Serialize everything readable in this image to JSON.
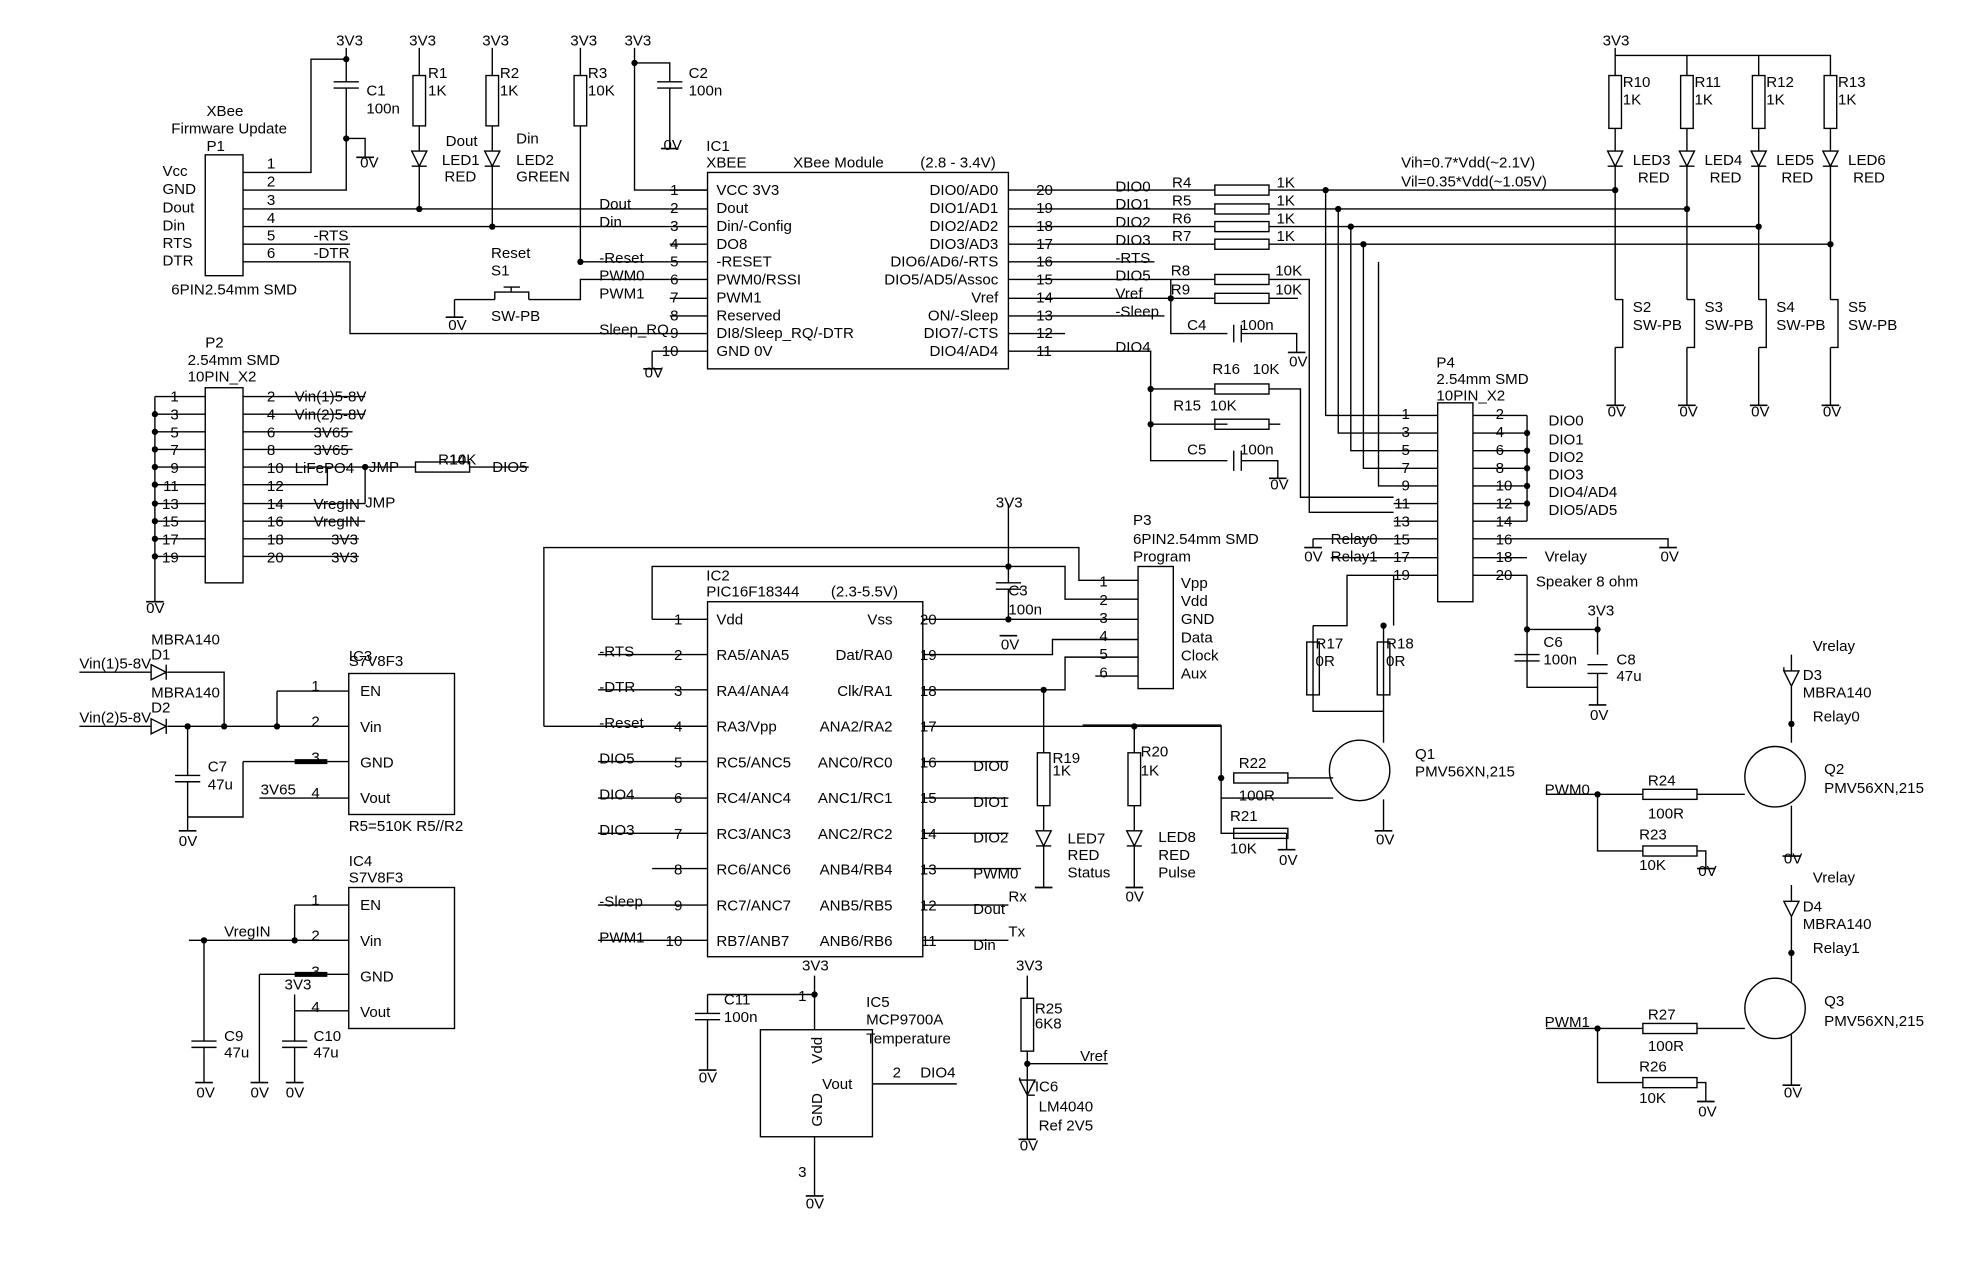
{
  "rail_3v3": "3V3",
  "gnd_0v": "0V",
  "p1": {
    "title1": "XBee",
    "title2": "Firmware Update",
    "ref": "P1",
    "footprint": "6PIN2.54mm SMD",
    "signals": [
      "Vcc",
      "GND",
      "Dout",
      "Din",
      "RTS",
      "DTR"
    ],
    "pins": [
      "1",
      "2",
      "3",
      "4",
      "5",
      "6"
    ],
    "net_rts": "-RTS",
    "net_dtr": "-DTR"
  },
  "c1": {
    "ref": "C1",
    "value": "100n"
  },
  "c2": {
    "ref": "C2",
    "value": "100n"
  },
  "r1": {
    "ref": "R1",
    "value": "1K"
  },
  "r2": {
    "ref": "R2",
    "value": "1K"
  },
  "r3": {
    "ref": "R3",
    "value": "10K"
  },
  "led1": {
    "label": "Dout",
    "ref": "LED1",
    "color": "RED"
  },
  "led2": {
    "label": "Din",
    "ref": "LED2",
    "color": "GREEN"
  },
  "s1": {
    "label": "Reset",
    "ref": "S1",
    "type": "SW-PB"
  },
  "ic1": {
    "ref": "IC1",
    "part": "XBEE",
    "name": "XBee Module",
    "range": "(2.8 - 3.4V)",
    "left_pins": [
      {
        "num": "1",
        "name": "VCC 3V3",
        "net": ""
      },
      {
        "num": "2",
        "name": "Dout",
        "net": "Dout"
      },
      {
        "num": "3",
        "name": "Din/-Config",
        "net": "Din"
      },
      {
        "num": "4",
        "name": "DO8",
        "net": ""
      },
      {
        "num": "5",
        "name": "-RESET",
        "net": "-Reset"
      },
      {
        "num": "6",
        "name": "PWM0/RSSI",
        "net": "PWM0"
      },
      {
        "num": "7",
        "name": "PWM1",
        "net": "PWM1"
      },
      {
        "num": "8",
        "name": "Reserved",
        "net": ""
      },
      {
        "num": "9",
        "name": "DI8/Sleep_RQ/-DTR",
        "net": "Sleep_RQ"
      },
      {
        "num": "10",
        "name": "GND 0V",
        "net": ""
      }
    ],
    "right_pins": [
      {
        "num": "20",
        "name": "DIO0/AD0",
        "net": "DIO0"
      },
      {
        "num": "19",
        "name": "DIO1/AD1",
        "net": "DIO1"
      },
      {
        "num": "18",
        "name": "DIO2/AD2",
        "net": "DIO2"
      },
      {
        "num": "17",
        "name": "DIO3/AD3",
        "net": "DIO3"
      },
      {
        "num": "16",
        "name": "DIO6/AD6/-RTS",
        "net": "-RTS"
      },
      {
        "num": "15",
        "name": "DIO5/AD5/Assoc",
        "net": "DIO5"
      },
      {
        "num": "14",
        "name": "Vref",
        "net": "Vref"
      },
      {
        "num": "13",
        "name": "ON/-Sleep",
        "net": "-Sleep"
      },
      {
        "num": "12",
        "name": "DIO7/-CTS",
        "net": ""
      },
      {
        "num": "11",
        "name": "DIO4/AD4",
        "net": "DIO4"
      }
    ]
  },
  "r4_7": [
    {
      "ref": "R4",
      "value": "1K"
    },
    {
      "ref": "R5",
      "value": "1K"
    },
    {
      "ref": "R6",
      "value": "1K"
    },
    {
      "ref": "R7",
      "value": "1K"
    }
  ],
  "r8": {
    "ref": "R8",
    "value": "10K"
  },
  "r9": {
    "ref": "R9",
    "value": "10K"
  },
  "c4": {
    "ref": "C4",
    "value": "100n"
  },
  "r16": {
    "ref": "R16",
    "value": "10K"
  },
  "r15": {
    "ref": "R15",
    "value": "10K"
  },
  "c5": {
    "ref": "C5",
    "value": "100n"
  },
  "vih": "Vih=0.7*Vdd(~2.1V)",
  "vil": "Vil=0.35*Vdd(~1.05V)",
  "r10_13": [
    {
      "ref": "R10",
      "value": "1K"
    },
    {
      "ref": "R11",
      "value": "1K"
    },
    {
      "ref": "R12",
      "value": "1K"
    },
    {
      "ref": "R13",
      "value": "1K"
    }
  ],
  "led3_6": [
    {
      "ref": "LED3",
      "color": "RED"
    },
    {
      "ref": "LED4",
      "color": "RED"
    },
    {
      "ref": "LED5",
      "color": "RED"
    },
    {
      "ref": "LED6",
      "color": "RED"
    }
  ],
  "s2_5": [
    {
      "ref": "S2",
      "type": "SW-PB"
    },
    {
      "ref": "S3",
      "type": "SW-PB"
    },
    {
      "ref": "S4",
      "type": "SW-PB"
    },
    {
      "ref": "S5",
      "type": "SW-PB"
    }
  ],
  "p4": {
    "ref": "P4",
    "footprint": "2.54mm SMD",
    "type": "10PIN_X2",
    "left_nums": [
      "1",
      "3",
      "5",
      "7",
      "9",
      "11",
      "13",
      "15",
      "17",
      "19"
    ],
    "right_nums": [
      "2",
      "4",
      "6",
      "8",
      "10",
      "12",
      "14",
      "16",
      "18",
      "20"
    ],
    "right_labels": [
      "DIO0",
      "DIO1",
      "DIO2",
      "DIO3",
      "DIO4/AD4",
      "DIO5/AD5"
    ],
    "relay0": "Relay0",
    "relay1": "Relay1",
    "vrelay": "Vrelay",
    "speaker": "Speaker 8 ohm"
  },
  "p2": {
    "ref": "P2",
    "footprint": "2.54mm SMD",
    "type": "10PIN_X2",
    "left_nums": [
      "1",
      "3",
      "5",
      "7",
      "9",
      "11",
      "13",
      "15",
      "17",
      "19"
    ],
    "right_nums": [
      "2",
      "4",
      "6",
      "8",
      "10",
      "12",
      "14",
      "16",
      "18",
      "20"
    ],
    "nets": [
      "Vin(1)5-8V",
      "Vin(2)5-8V",
      "3V65",
      "3V65",
      "LiFePO4",
      "",
      "VregIN",
      "VregIN",
      "3V3",
      "3V3"
    ],
    "jmp": "JMP",
    "r14": "R14",
    "r14_value": "10K",
    "dio5": "DIO5"
  },
  "d1": {
    "ref": "D1",
    "part": "MBRA140",
    "net": "Vin(1)5-8V"
  },
  "d2": {
    "ref": "D2",
    "part": "MBRA140",
    "net": "Vin(2)5-8V"
  },
  "c7": {
    "ref": "C7",
    "value": "47u"
  },
  "ic3": {
    "ref": "IC3",
    "part": "S7V8F3",
    "pins": [
      "EN",
      "Vin",
      "GND",
      "Vout"
    ],
    "nums": [
      "1",
      "2",
      "3",
      "4"
    ],
    "vout_net": "3V65",
    "note": "R5=510K R5//R2"
  },
  "ic4": {
    "ref": "IC4",
    "part": "S7V8F3",
    "pins": [
      "EN",
      "Vin",
      "GND",
      "Vout"
    ],
    "nums": [
      "1",
      "2",
      "3",
      "4"
    ],
    "vin_net": "VregIN"
  },
  "c9": {
    "ref": "C9",
    "value": "47u"
  },
  "c10": {
    "ref": "C10",
    "value": "47u"
  },
  "p3": {
    "ref": "P3",
    "footprint": "6PIN2.54mm SMD",
    "title": "Program",
    "pins": [
      "Vpp",
      "Vdd",
      "GND",
      "Data",
      "Clock",
      "Aux"
    ],
    "nums": [
      "1",
      "2",
      "3",
      "4",
      "5",
      "6"
    ]
  },
  "c3": {
    "ref": "C3",
    "value": "100n"
  },
  "ic2": {
    "ref": "IC2",
    "part": "PIC16F18344",
    "range": "(2.3-5.5V)",
    "left_pins": [
      {
        "num": "1",
        "name": "Vdd",
        "net": ""
      },
      {
        "num": "2",
        "name": "RA5/ANA5",
        "net": "-RTS"
      },
      {
        "num": "3",
        "name": "RA4/ANA4",
        "net": "-DTR"
      },
      {
        "num": "4",
        "name": "RA3/Vpp",
        "net": "-Reset"
      },
      {
        "num": "5",
        "name": "RC5/ANC5",
        "net": "DIO5"
      },
      {
        "num": "6",
        "name": "RC4/ANC4",
        "net": "DIO4"
      },
      {
        "num": "7",
        "name": "RC3/ANC3",
        "net": "DIO3"
      },
      {
        "num": "8",
        "name": "RC6/ANC6",
        "net": ""
      },
      {
        "num": "9",
        "name": "RC7/ANC7",
        "net": "-Sleep"
      },
      {
        "num": "10",
        "name": "RB7/ANB7",
        "net": "PWM1"
      }
    ],
    "right_pins": [
      {
        "num": "20",
        "name": "Vss",
        "net": ""
      },
      {
        "num": "19",
        "name": "Dat/RA0",
        "net": ""
      },
      {
        "num": "18",
        "name": "Clk/RA1",
        "net": ""
      },
      {
        "num": "17",
        "name": "ANA2/RA2",
        "net": ""
      },
      {
        "num": "16",
        "name": "ANC0/RC0",
        "net": "DIO0"
      },
      {
        "num": "15",
        "name": "ANC1/RC1",
        "net": "DIO1"
      },
      {
        "num": "14",
        "name": "ANC2/RC2",
        "net": "DIO2"
      },
      {
        "num": "13",
        "name": "ANB4/RB4",
        "net": "PWM0"
      },
      {
        "num": "12",
        "name": "ANB5/RB5",
        "net": "Dout"
      },
      {
        "num": "11",
        "name": "ANB6/RB6",
        "net": "Din"
      }
    ],
    "rx": "Rx",
    "tx": "Tx"
  },
  "r19": {
    "ref": "R19",
    "value": "1K"
  },
  "r20": {
    "ref": "R20",
    "value": "1K"
  },
  "led7": {
    "ref": "LED7",
    "color": "RED",
    "label": "Status"
  },
  "led8": {
    "ref": "LED8",
    "color": "RED",
    "label": "Pulse"
  },
  "r22": {
    "ref": "R22",
    "value": "100R"
  },
  "r21": {
    "ref": "R21",
    "value": "10K"
  },
  "r17": {
    "ref": "R17",
    "value": "0R"
  },
  "r18": {
    "ref": "R18",
    "value": "0R"
  },
  "q1": {
    "ref": "Q1",
    "part": "PMV56XN,215"
  },
  "c6": {
    "ref": "C6",
    "value": "100n"
  },
  "c8": {
    "ref": "C8",
    "value": "47u"
  },
  "d3": {
    "ref": "D3",
    "part": "MBRA140",
    "top": "Vrelay",
    "bottom": "Relay0"
  },
  "d4": {
    "ref": "D4",
    "part": "MBRA140",
    "top": "Vrelay",
    "bottom": "Relay1"
  },
  "q2": {
    "ref": "Q2",
    "part": "PMV56XN,215",
    "gate_net": "PWM0"
  },
  "q3": {
    "ref": "Q3",
    "part": "PMV56XN,215",
    "gate_net": "PWM1"
  },
  "r24": {
    "ref": "R24",
    "value": "100R"
  },
  "r23": {
    "ref": "R23",
    "value": "10K"
  },
  "r27": {
    "ref": "R27",
    "value": "100R"
  },
  "r26": {
    "ref": "R26",
    "value": "10K"
  },
  "c11": {
    "ref": "C11",
    "value": "100n"
  },
  "ic5": {
    "ref": "IC5",
    "part": "MCP9700A",
    "title": "Temperature",
    "vdd": "Vdd",
    "gnd": "GND",
    "vout": "Vout",
    "pin1": "1",
    "pin2": "2",
    "pin3": "3",
    "net": "DIO4"
  },
  "r25": {
    "ref": "R25",
    "value": "6K8"
  },
  "ic6": {
    "ref": "IC6",
    "part": "LM4040",
    "desc": "Ref 2V5",
    "net": "Vref"
  }
}
